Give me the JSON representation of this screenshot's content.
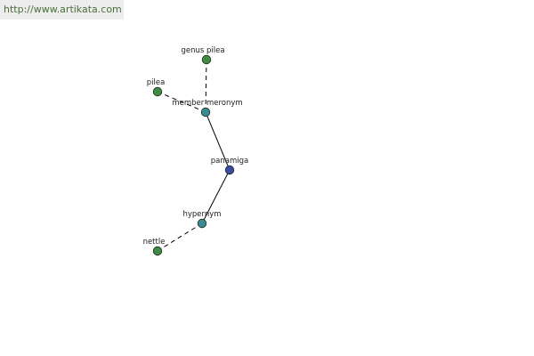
{
  "header": {
    "url": "http://www.artikata.com"
  },
  "colors": {
    "leaf": "#3f8a45",
    "relation": "#3b8a93",
    "center": "#3a4ca0",
    "edge": "#000000",
    "node_stroke": "#1f2a1f"
  },
  "graph": {
    "nodes": [
      {
        "id": "genus-pilea",
        "label": "genus pilea",
        "kind": "leaf"
      },
      {
        "id": "pilea",
        "label": "pilea",
        "kind": "leaf"
      },
      {
        "id": "member-meronym",
        "label": "member meronym",
        "kind": "relation"
      },
      {
        "id": "panamiga",
        "label": "panamiga",
        "kind": "center"
      },
      {
        "id": "hypernym",
        "label": "hypernym",
        "kind": "relation"
      },
      {
        "id": "nettle",
        "label": "nettle",
        "kind": "leaf"
      }
    ],
    "edges": [
      {
        "from": "genus-pilea",
        "to": "member-meronym",
        "style": "dashed"
      },
      {
        "from": "pilea",
        "to": "member-meronym",
        "style": "dashed"
      },
      {
        "from": "member-meronym",
        "to": "panamiga",
        "style": "solid"
      },
      {
        "from": "panamiga",
        "to": "hypernym",
        "style": "solid"
      },
      {
        "from": "hypernym",
        "to": "nettle",
        "style": "dashed"
      }
    ]
  }
}
